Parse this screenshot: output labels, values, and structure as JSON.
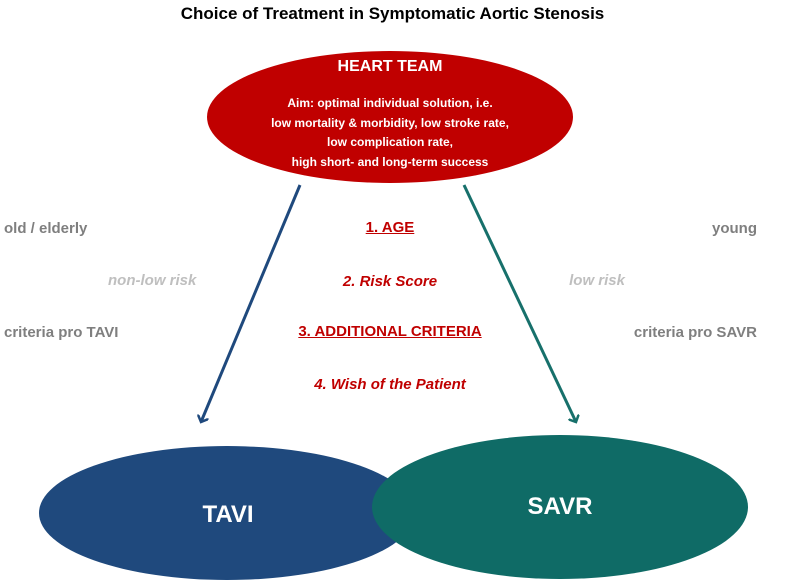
{
  "title": "Choice of Treatment in Symptomatic Aortic Stenosis",
  "heart_team": {
    "title": "HEART TEAM",
    "aim_lines": [
      "Aim: optimal individual solution, i.e.",
      "low mortality & morbidity, low stroke rate,",
      "low complication rate,",
      "high short- and long-term success"
    ]
  },
  "criteria": {
    "c1": "1. AGE",
    "c2": "2. Risk Score",
    "c3": "3. ADDITIONAL CRITERIA",
    "c4": "4. Wish of the Patient"
  },
  "left": {
    "age": "old / elderly",
    "risk": "non-low risk",
    "criteria": "criteria pro TAVI"
  },
  "right": {
    "age": "young",
    "risk": "low risk",
    "criteria": "criteria pro SAVR"
  },
  "options": {
    "tavi": "TAVI",
    "savr": "SAVR"
  },
  "colors": {
    "heart_team": "#c00000",
    "tavi": "#1f497d",
    "savr": "#0f6b66",
    "criteria_text": "#c00000",
    "side_text": "#7f7f7f",
    "risk_text": "#bfbfbf",
    "left_arrow": "#1f497d",
    "right_arrow": "#17706b"
  }
}
